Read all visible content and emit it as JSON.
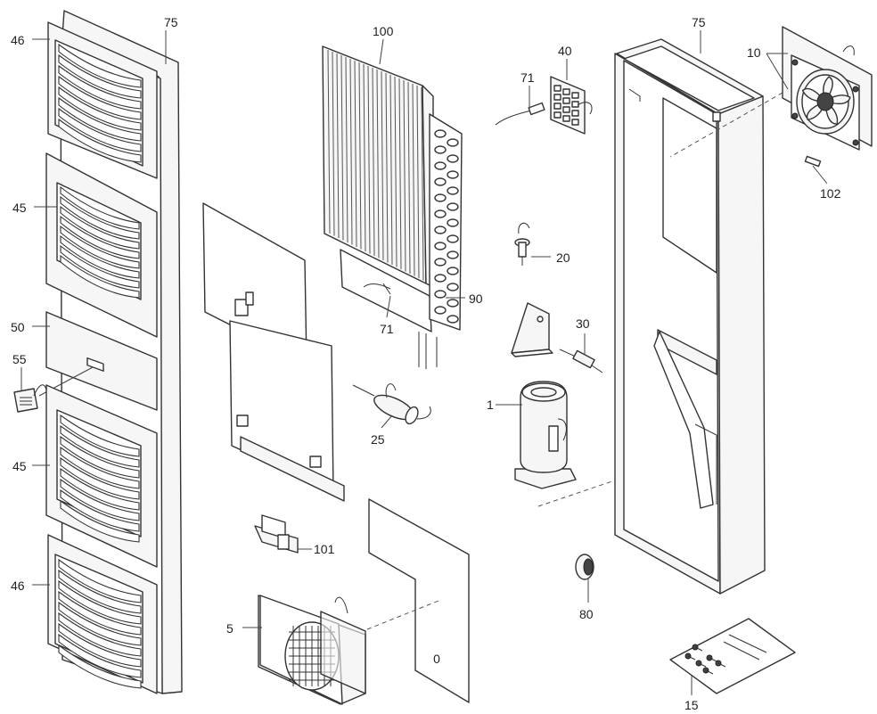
{
  "labels": {
    "l75a": "75",
    "l46a": "46",
    "l45a": "45",
    "l50": "50",
    "l55": "55",
    "l45b": "45",
    "l46b": "46",
    "l100": "100",
    "l71a": "71",
    "l71b": "71",
    "l90": "90",
    "l25": "25",
    "l101": "101",
    "l5": "5",
    "l40": "40",
    "l20": "20",
    "l30": "30",
    "l1": "1",
    "l80": "80",
    "l75b": "75",
    "l10": "10",
    "l102": "102",
    "l15": "15"
  },
  "panel_mark": "0",
  "colors": {
    "line": "#333333",
    "fill": "#f6f6f6",
    "dark": "#444444",
    "text": "#222222"
  }
}
